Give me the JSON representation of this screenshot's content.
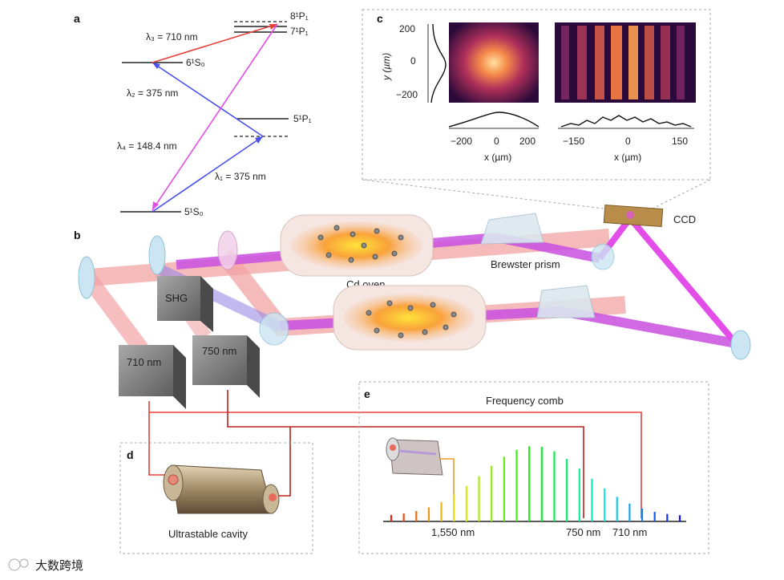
{
  "panels": {
    "a": {
      "letter": "a",
      "levels": [
        "8¹P₁",
        "7¹P₁",
        "6¹S₀",
        "5¹P₁",
        "5¹S₀"
      ],
      "transitions": [
        {
          "label": "λ₃ = 710 nm",
          "color": "#e8413a"
        },
        {
          "label": "λ₂ = 375 nm",
          "color": "#4a4ff0"
        },
        {
          "label": "λ₄ = 148.4 nm",
          "color": "#e34ee8"
        },
        {
          "label": "λ₁ = 375 nm",
          "color": "#4a4ff0"
        }
      ]
    },
    "b": {
      "letter": "b",
      "labels": {
        "shg": "SHG",
        "laser_710": "710 nm",
        "laser_750": "750 nm",
        "cd_oven": "Cd oven",
        "brewster": "Brewster prism",
        "ccd": "CCD"
      }
    },
    "c": {
      "letter": "c",
      "y_axis_label": "y (µm)",
      "y_ticks": [
        "200",
        "0",
        "−200"
      ],
      "x_axis_label_left": "x (µm)",
      "x_ticks_left": [
        "−200",
        "0",
        "200"
      ],
      "x_axis_label_right": "x (µm)",
      "x_ticks_right": [
        "−150",
        "0",
        "150"
      ]
    },
    "d": {
      "letter": "d",
      "caption": "Ultrastable cavity"
    },
    "e": {
      "letter": "e",
      "title": "Frequency comb",
      "markers": [
        "1,550 nm",
        "750 nm",
        "710 nm"
      ]
    }
  },
  "watermark": "大数跨境",
  "colors": {
    "red_laser": "#e8413a",
    "blue_laser": "#4a4ff0",
    "magenta_beam": "#e34ee8",
    "pink_beam": "#f2a3a3"
  }
}
